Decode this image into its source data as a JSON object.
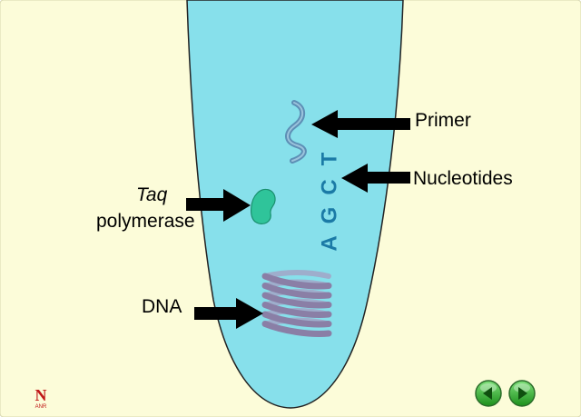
{
  "diagram": {
    "labels": {
      "primer": "Primer",
      "nucleotides": "Nucleotides",
      "taq_italic": "Taq",
      "taq_rest": "polymerase",
      "dna": "DNA"
    },
    "nucleotide_letters": [
      "A",
      "G",
      "C",
      "T"
    ],
    "colors": {
      "background": "#fcfcd9",
      "tube_fill": "#87e0eb",
      "cap": "#d6c58e",
      "primer": "#5d8fb5",
      "nucleotide_letters": "#1b7aa6",
      "taq": "#2fc49a",
      "dna_front": "#8a7fa6",
      "dna_back": "#9eaecc",
      "arrow": "#000000",
      "nav_button": "#2bb52b"
    }
  },
  "logo": {
    "letter": "N",
    "subtext": "ANR"
  },
  "navigation": {
    "back_icon": "triangle-left",
    "forward_icon": "triangle-right"
  }
}
